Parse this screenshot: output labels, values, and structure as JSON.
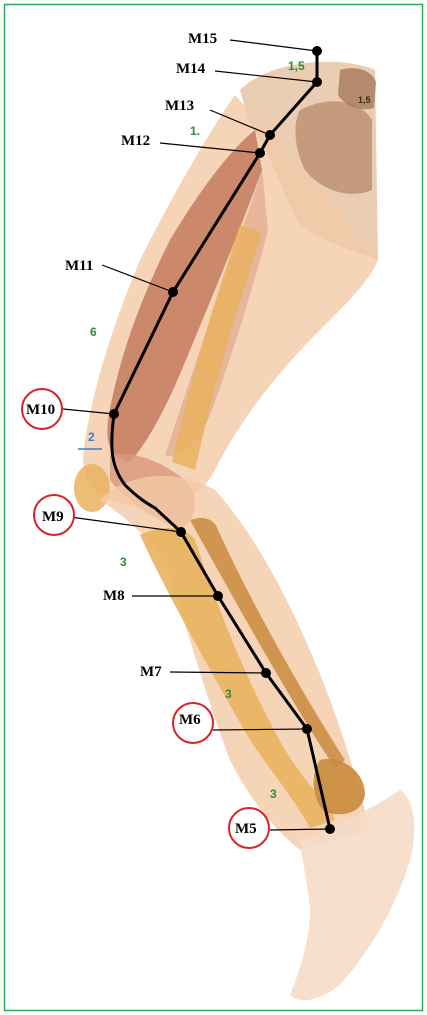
{
  "colors": {
    "frame": "#2eaa57",
    "skin": "#f2c9a6",
    "skin_dark": "#e3a785",
    "muscle": "#c47a5c",
    "muscle_light": "#e2ae94",
    "bone": "#e9b25f",
    "bone_dark": "#c98a3c",
    "pelvis": "#b88a6c",
    "line": "#000000",
    "circle": "#d8232a",
    "green_num": "#2e8b3c",
    "blue_num": "#3a7ec8"
  },
  "points": [
    {
      "id": "M15",
      "label": "M15",
      "circled": false
    },
    {
      "id": "M14",
      "label": "M14",
      "circled": false
    },
    {
      "id": "M13",
      "label": "M13",
      "circled": false
    },
    {
      "id": "M12",
      "label": "M12",
      "circled": false
    },
    {
      "id": "M11",
      "label": "M11",
      "circled": false
    },
    {
      "id": "M10",
      "label": "M10",
      "circled": true
    },
    {
      "id": "M9",
      "label": "M9",
      "circled": true
    },
    {
      "id": "M8",
      "label": "M8",
      "circled": false
    },
    {
      "id": "M7",
      "label": "M7",
      "circled": false
    },
    {
      "id": "M6",
      "label": "M6",
      "circled": true
    },
    {
      "id": "M5",
      "label": "M5",
      "circled": true
    }
  ],
  "segment_numbers": [
    {
      "text": "1,5",
      "color": "green"
    },
    {
      "text": "1.",
      "color": "green"
    },
    {
      "text": "6",
      "color": "green"
    },
    {
      "text": "2",
      "color": "blue"
    },
    {
      "text": "3",
      "color": "green"
    },
    {
      "text": "3",
      "color": "green"
    },
    {
      "text": "3",
      "color": "green"
    },
    {
      "text": "1,5",
      "color": "dark"
    }
  ]
}
